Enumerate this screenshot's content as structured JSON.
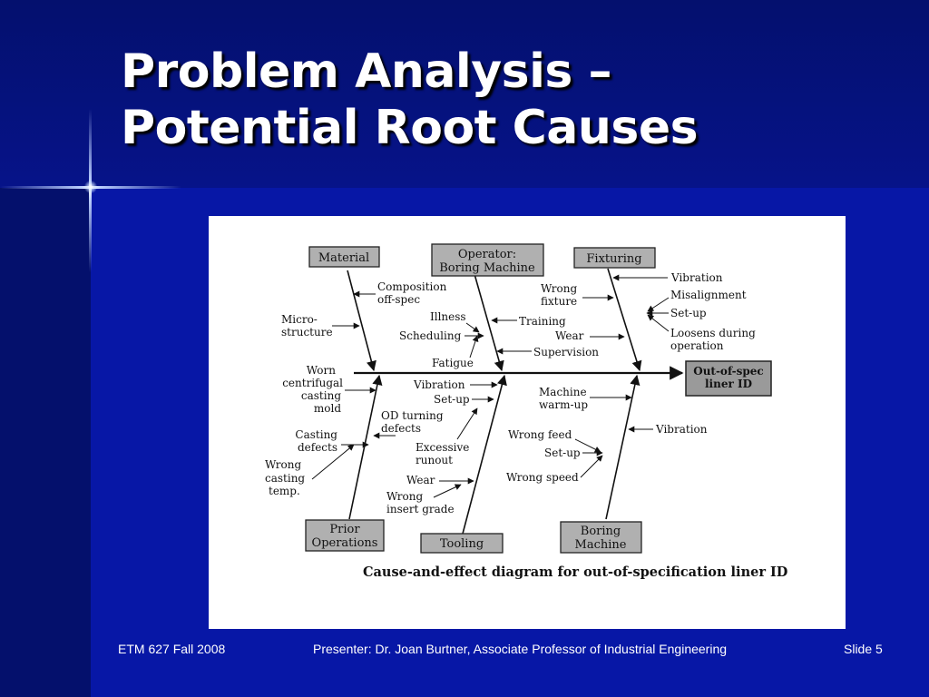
{
  "slide": {
    "title_line1": "Problem Analysis –",
    "title_line2": "Potential Root Causes",
    "colors": {
      "background": "#06108a",
      "title": "#ffffff",
      "footer": "#ffffff"
    }
  },
  "diagram": {
    "effect": {
      "line1": "Out-of-spec",
      "line2": "liner ID"
    },
    "categories": {
      "material": "Material",
      "operator_line1": "Operator:",
      "operator_line2": "Boring Machine",
      "fixturing": "Fixturing",
      "prior_line1": "Prior",
      "prior_line2": "Operations",
      "tooling": "Tooling",
      "boring_line1": "Boring",
      "boring_line2": "Machine"
    },
    "causes": {
      "composition_1": "Composition",
      "composition_2": "off-spec",
      "micro_1": "Micro-",
      "micro_2": "structure",
      "illness": "Illness",
      "scheduling": "Scheduling",
      "fatigue": "Fatigue",
      "training": "Training",
      "wear_op": "Wear",
      "supervision": "Supervision",
      "wrong_fixture_1": "Wrong",
      "wrong_fixture_2": "fixture",
      "vibration_fx": "Vibration",
      "misalignment": "Misalignment",
      "setup_fx": "Set-up",
      "loosens_1": "Loosens during",
      "loosens_2": "operation",
      "worn_1": "Worn",
      "worn_2": "centrifugal",
      "worn_3": "casting",
      "worn_4": "mold",
      "casting_defects_1": "Casting",
      "casting_defects_2": "defects",
      "wrong_temp_1": "Wrong",
      "wrong_temp_2": "casting",
      "wrong_temp_3": "temp.",
      "vibration_tool": "Vibration",
      "setup_tool": "Set-up",
      "od_turning_1": "OD turning",
      "od_turning_2": "defects",
      "excessive_1": "Excessive",
      "excessive_2": "runout",
      "wear_tool": "Wear",
      "wrong_insert_1": "Wrong",
      "wrong_insert_2": "insert grade",
      "machine_warmup_1": "Machine",
      "machine_warmup_2": "warm-up",
      "vibration_bm": "Vibration",
      "wrong_feed": "Wrong feed",
      "setup_bm": "Set-up",
      "wrong_speed": "Wrong speed"
    },
    "caption": "Cause-and-effect diagram for out-of-specification liner ID"
  },
  "footer": {
    "left": "ETM 627 Fall 2008",
    "center": "Presenter: Dr. Joan Burtner, Associate Professor of Industrial Engineering",
    "right": "Slide 5"
  }
}
